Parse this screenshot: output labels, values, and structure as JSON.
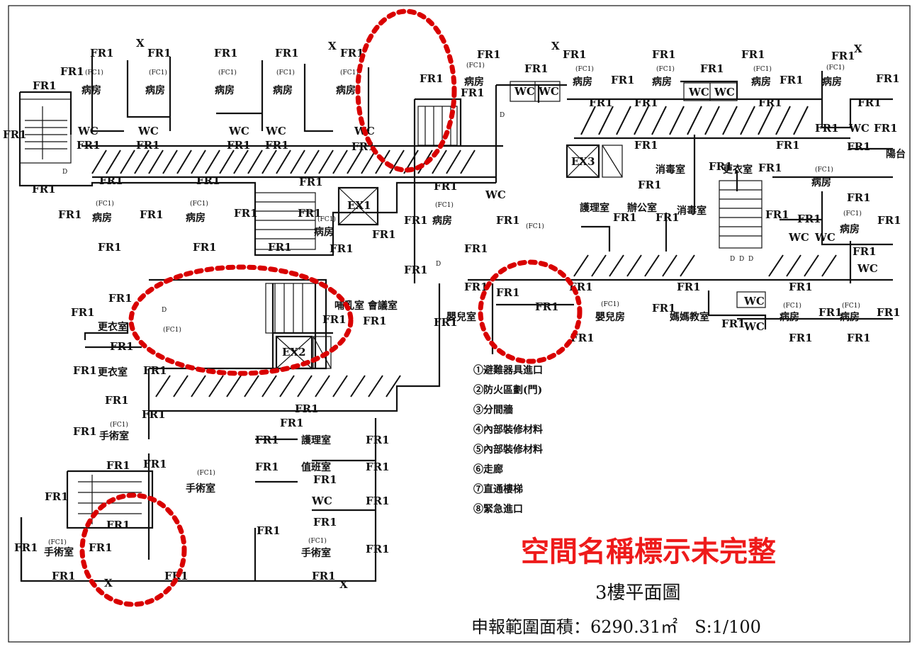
{
  "plan": {
    "title": "3樓平面圖",
    "area_label": "申報範圍面積：6290.31㎡　S:1/100",
    "notice": "空間名稱標示未完整",
    "code_fr1": "FR1",
    "code_fc1": "(FC1)",
    "code_wc": "WC",
    "code_x": "X",
    "code_d": "D",
    "elevators": {
      "ex1": "EX1",
      "ex2": "EX2",
      "ex3": "EX3"
    },
    "rooms": {
      "ward": "病房",
      "nurse_station": "護理室",
      "office": "辦公室",
      "disinfection": "消毒室",
      "locker": "更衣室",
      "balcony": "陽台",
      "lactation_meeting": "哺乳室 會議室",
      "nursery": "嬰兒室",
      "baby_room": "嬰兒房",
      "mother_class": "媽媽教室",
      "operating_room": "手術室",
      "duty_room": "值班室"
    }
  },
  "legend": {
    "items": [
      "①避難器具進口",
      "②防火區劃(門)",
      "③分間牆",
      "④內部裝修材料",
      "⑤內部裝修材料",
      "⑥走廊",
      "⑦直通樓梯",
      "⑧緊急進口"
    ]
  }
}
